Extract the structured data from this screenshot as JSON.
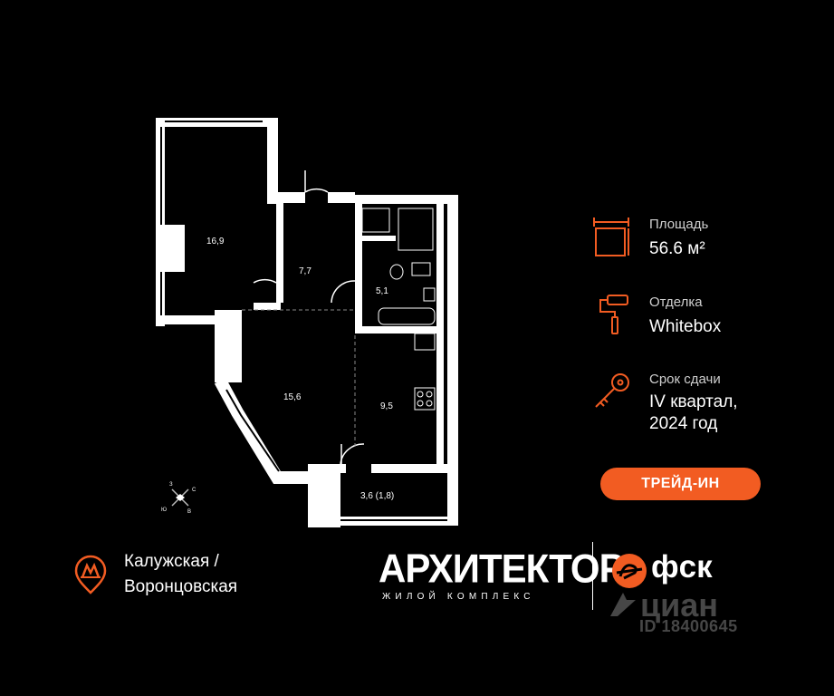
{
  "floorplan": {
    "rooms": [
      "16,9",
      "7,7",
      "5,1",
      "15,6",
      "9,5",
      "3,6 (1,8)"
    ]
  },
  "compass": {
    "n": "З",
    "e": "С",
    "s": "В",
    "w": "Ю"
  },
  "info": {
    "area_label": "Площадь",
    "area_value": "56.6 м²",
    "finish_label": "Отделка",
    "finish_value": "Whitebox",
    "deadline_label": "Срок сдачи",
    "deadline_line1": "IV квартал,",
    "deadline_line2": "2024 год"
  },
  "trade_in_label": "ТРЕЙД-ИН",
  "metro": {
    "line1": "Калужская /",
    "line2": "Воронцовская"
  },
  "brand": {
    "name": "АРХИТЕКТОР",
    "subtitle": "ЖИЛОЙ КОМПЛЕКС"
  },
  "developer": "фск",
  "watermark": {
    "name": "циан",
    "id": "ID 18400645"
  },
  "colors": {
    "accent": "#f25c22",
    "background": "#000000"
  },
  "icons": [
    "area-icon",
    "paint-roller-icon",
    "key-icon",
    "metro-icon",
    "fsk-logo-icon",
    "cian-logo-icon"
  ]
}
